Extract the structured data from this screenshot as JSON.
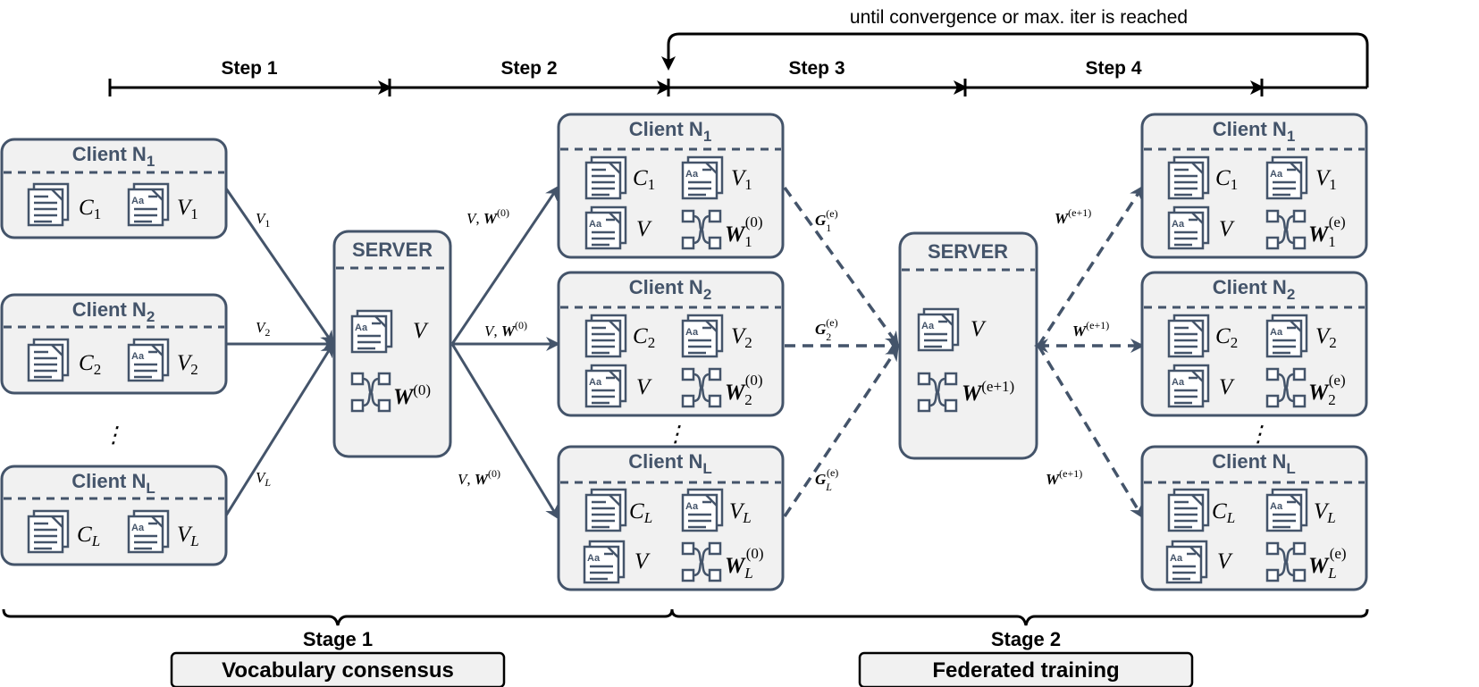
{
  "loop_label": "until convergence or max. iter is reached",
  "steps": [
    "Step 1",
    "Step 2",
    "Step 3",
    "Step 4"
  ],
  "stages": [
    {
      "label": "Stage 1",
      "name": "Vocabulary consensus"
    },
    {
      "label": "Stage 2",
      "name": "Federated training"
    }
  ],
  "server_label": "SERVER",
  "clients": [
    {
      "name": "Client N",
      "sub": "1",
      "c": "C",
      "idx": "1"
    },
    {
      "name": "Client N",
      "sub": "2",
      "c": "C",
      "idx": "2"
    },
    {
      "name": "Client N",
      "sub": "L",
      "c": "C",
      "idx": "L"
    }
  ],
  "symbols": {
    "C": "C",
    "V": "V",
    "W": "W",
    "G": "G",
    "sup_init": "(0)",
    "sup_epoch": "(e)",
    "sup_next": "(e+1)",
    "ellipsis": "⋮"
  },
  "colors": {
    "stroke": "#44546a",
    "box_fill": "#f1f1f1",
    "text": "#000000"
  },
  "icons": [
    "document-stack-icon",
    "vocabulary-document-icon",
    "neural-network-icon"
  ]
}
